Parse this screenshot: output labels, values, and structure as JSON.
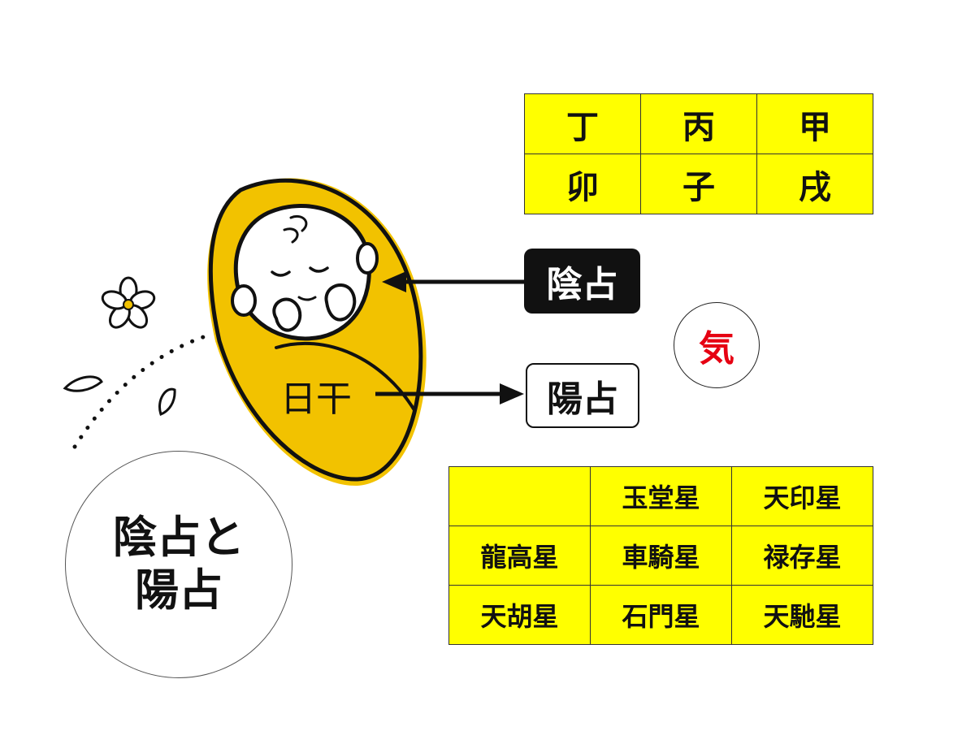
{
  "top_table": {
    "rows": [
      [
        "丁",
        "丙",
        "甲"
      ],
      [
        "卯",
        "子",
        "戌"
      ]
    ]
  },
  "labels": {
    "yin": "陰占",
    "yang": "陽占",
    "ki": "気",
    "day_stem": "日干",
    "title_line1": "陰占と",
    "title_line2": "陽占"
  },
  "bottom_table": {
    "rows": [
      [
        "",
        "玉堂星",
        "天印星"
      ],
      [
        "龍高星",
        "車騎星",
        "禄存星"
      ],
      [
        "天胡星",
        "石門星",
        "天馳星"
      ]
    ]
  },
  "colors": {
    "table_fill": "#ffff00",
    "swaddle": "#f2c200",
    "ki_text": "#e60012",
    "yin_box": "#111111"
  },
  "icons": [
    "baby-icon",
    "flower-icon",
    "leaf-icon"
  ]
}
